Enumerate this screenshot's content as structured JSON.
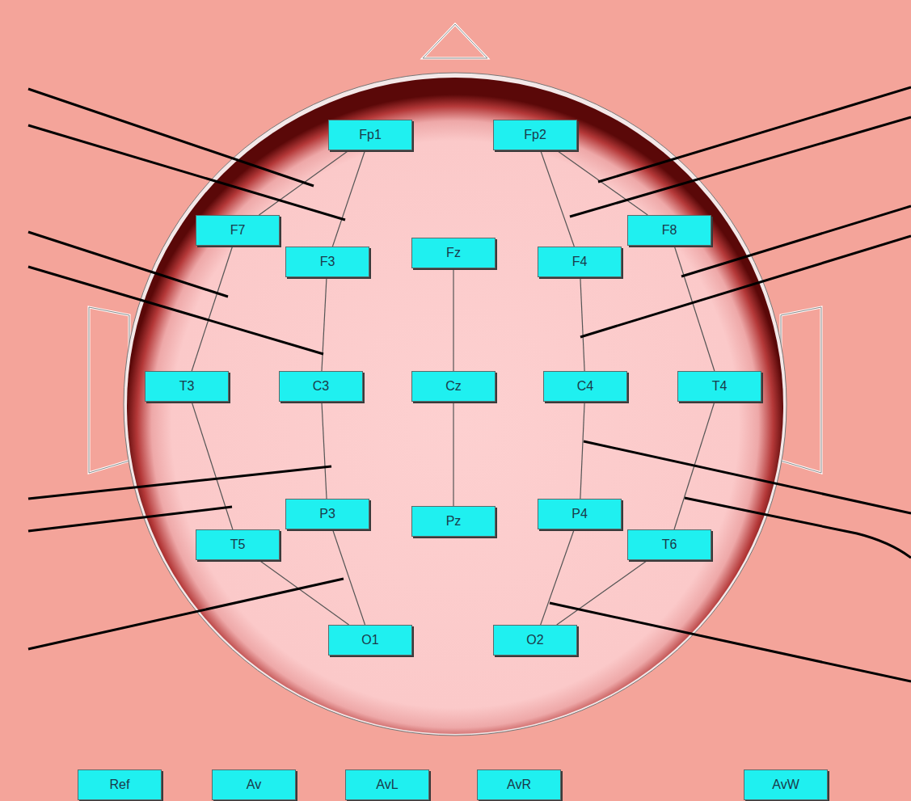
{
  "diagram": {
    "nodes": [
      {
        "text": [
          "Fp1"
        ]
      },
      {
        "text": [
          "Fp2"
        ]
      },
      {
        "text": [
          "F7"
        ]
      },
      {
        "text": [
          "F3"
        ]
      },
      {
        "text": [
          "Fz"
        ]
      },
      {
        "text": [
          "F4"
        ]
      },
      {
        "text": [
          "F8"
        ]
      },
      {
        "text": [
          "T3"
        ]
      },
      {
        "text": [
          "C3"
        ]
      },
      {
        "text": [
          "Cz"
        ]
      },
      {
        "text": [
          "C4"
        ]
      },
      {
        "text": [
          "T4"
        ]
      },
      {
        "text": [
          "P3"
        ]
      },
      {
        "text": [
          "Pz"
        ]
      },
      {
        "text": [
          "P4"
        ]
      },
      {
        "text": [
          "T5"
        ]
      },
      {
        "text": [
          "T6"
        ]
      },
      {
        "text": [
          "O1"
        ]
      },
      {
        "text": [
          "O2"
        ]
      },
      {
        "text": [
          "Ref"
        ]
      },
      {
        "text": [
          "Av"
        ]
      },
      {
        "text": [
          "AvL"
        ]
      },
      {
        "text": [
          "AvR"
        ]
      },
      {
        "text": [
          "AvW"
        ]
      }
    ],
    "edges": [
      {
        "from": 0,
        "to": 2,
        "arrow": "none"
      },
      {
        "from": 0,
        "to": 3,
        "arrow": "none"
      },
      {
        "from": 2,
        "to": 7,
        "arrow": "none"
      },
      {
        "from": 3,
        "to": 8,
        "arrow": "none"
      },
      {
        "from": 7,
        "to": 15,
        "arrow": "none"
      },
      {
        "from": 8,
        "to": 12,
        "arrow": "none"
      },
      {
        "from": 15,
        "to": 17,
        "arrow": "none"
      },
      {
        "from": 12,
        "to": 17,
        "arrow": "none"
      },
      {
        "from": 1,
        "to": 5,
        "arrow": "none"
      },
      {
        "from": 1,
        "to": 6,
        "arrow": "none"
      },
      {
        "from": 6,
        "to": 11,
        "arrow": "none"
      },
      {
        "from": 5,
        "to": 10,
        "arrow": "none"
      },
      {
        "from": 11,
        "to": 16,
        "arrow": "none"
      },
      {
        "from": 10,
        "to": 14,
        "arrow": "none"
      },
      {
        "from": 14,
        "to": 18,
        "arrow": "none"
      },
      {
        "from": 16,
        "to": 18,
        "arrow": "none"
      },
      {
        "from": 4,
        "to": 9,
        "arrow": "none"
      },
      {
        "from": 9,
        "to": 13,
        "arrow": "none"
      }
    ]
  }
}
